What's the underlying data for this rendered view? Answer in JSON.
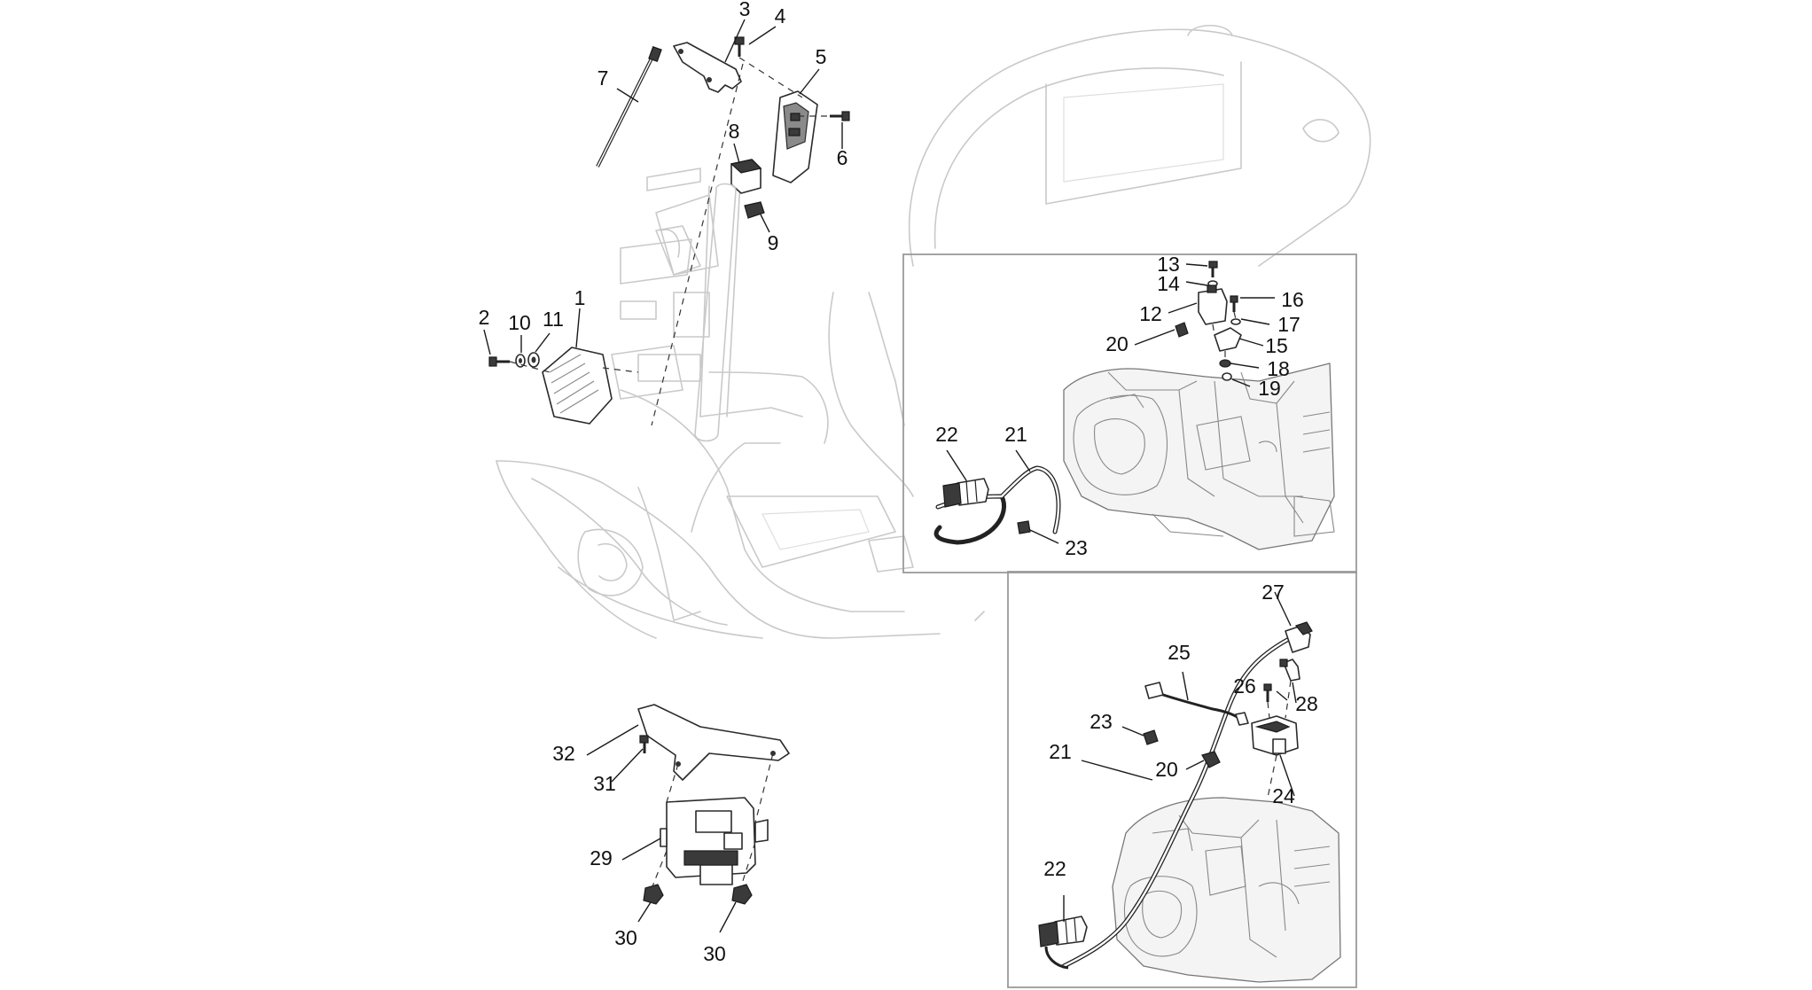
{
  "callouts": {
    "c1": "1",
    "c2": "2",
    "c3": "3",
    "c4": "4",
    "c5": "5",
    "c6": "6",
    "c7": "7",
    "c8": "8",
    "c9": "9",
    "c10": "10",
    "c11": "11",
    "c12": "12",
    "c13": "13",
    "c14": "14",
    "c15": "15",
    "c16": "16",
    "c17": "17",
    "c18": "18",
    "c19": "19",
    "c20a": "20",
    "c20b": "20",
    "c21a": "21",
    "c21b": "21",
    "c22a": "22",
    "c22b": "22",
    "c23a": "23",
    "c23b": "23",
    "c24": "24",
    "c25": "25",
    "c26": "26",
    "c27": "27",
    "c28": "28",
    "c29": "29",
    "c30a": "30",
    "c30b": "30",
    "c31": "31",
    "c32": "32"
  },
  "colors": {
    "ink": "#111111",
    "ghost_outline": "#c9c9c9",
    "inset_border": "#9a9a9a"
  }
}
